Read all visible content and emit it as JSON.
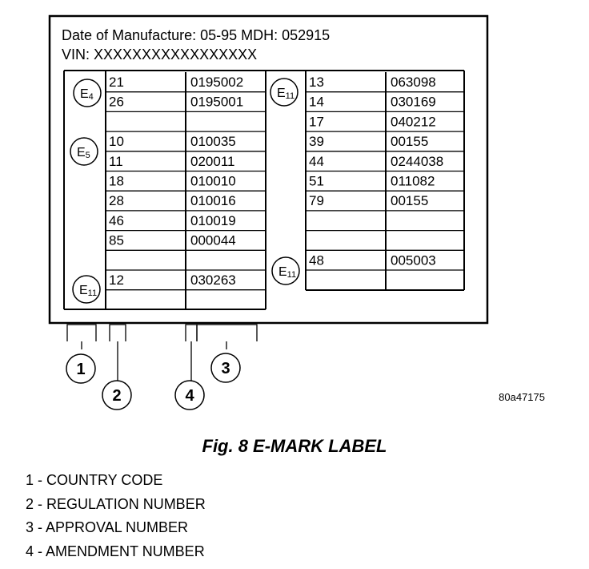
{
  "label": {
    "header_line1": "Date of Manufacture: 05-95   MDH: 052915",
    "header_line2": "VIN: XXXXXXXXXXXXXXXXX",
    "left_table": {
      "rows": [
        [
          "21",
          "0195002"
        ],
        [
          "26",
          "0195001"
        ],
        [
          "",
          ""
        ],
        [
          "10",
          "010035"
        ],
        [
          "11",
          "020011"
        ],
        [
          "18",
          "010010"
        ],
        [
          "28",
          "010016"
        ],
        [
          "46",
          "010019"
        ],
        [
          "85",
          "000044"
        ],
        [
          "",
          ""
        ],
        [
          "12",
          "030263"
        ],
        [
          "",
          ""
        ]
      ],
      "marks": [
        {
          "letter": "E",
          "number": "4"
        },
        {
          "letter": "E",
          "number": "5"
        },
        {
          "letter": "E",
          "number": "11"
        }
      ]
    },
    "right_table": {
      "rows": [
        [
          "13",
          "063098"
        ],
        [
          "14",
          "030169"
        ],
        [
          "17",
          "040212"
        ],
        [
          "39",
          "00155"
        ],
        [
          "44",
          "0244038"
        ],
        [
          "51",
          "011082"
        ],
        [
          "79",
          "00155"
        ],
        [
          "",
          ""
        ],
        [
          "",
          ""
        ],
        [
          "48",
          "005003"
        ],
        [
          "",
          ""
        ]
      ],
      "marks": [
        {
          "letter": "E",
          "number": "11"
        },
        {
          "letter": "E",
          "number": "11"
        }
      ]
    }
  },
  "callouts": [
    "1",
    "2",
    "3",
    "4"
  ],
  "figure_code": "80a47175",
  "caption": "Fig. 8 E-MARK LABEL",
  "legend": [
    "1 - COUNTRY CODE",
    "2 - REGULATION NUMBER",
    "3 - APPROVAL NUMBER",
    "4 - AMENDMENT NUMBER"
  ]
}
